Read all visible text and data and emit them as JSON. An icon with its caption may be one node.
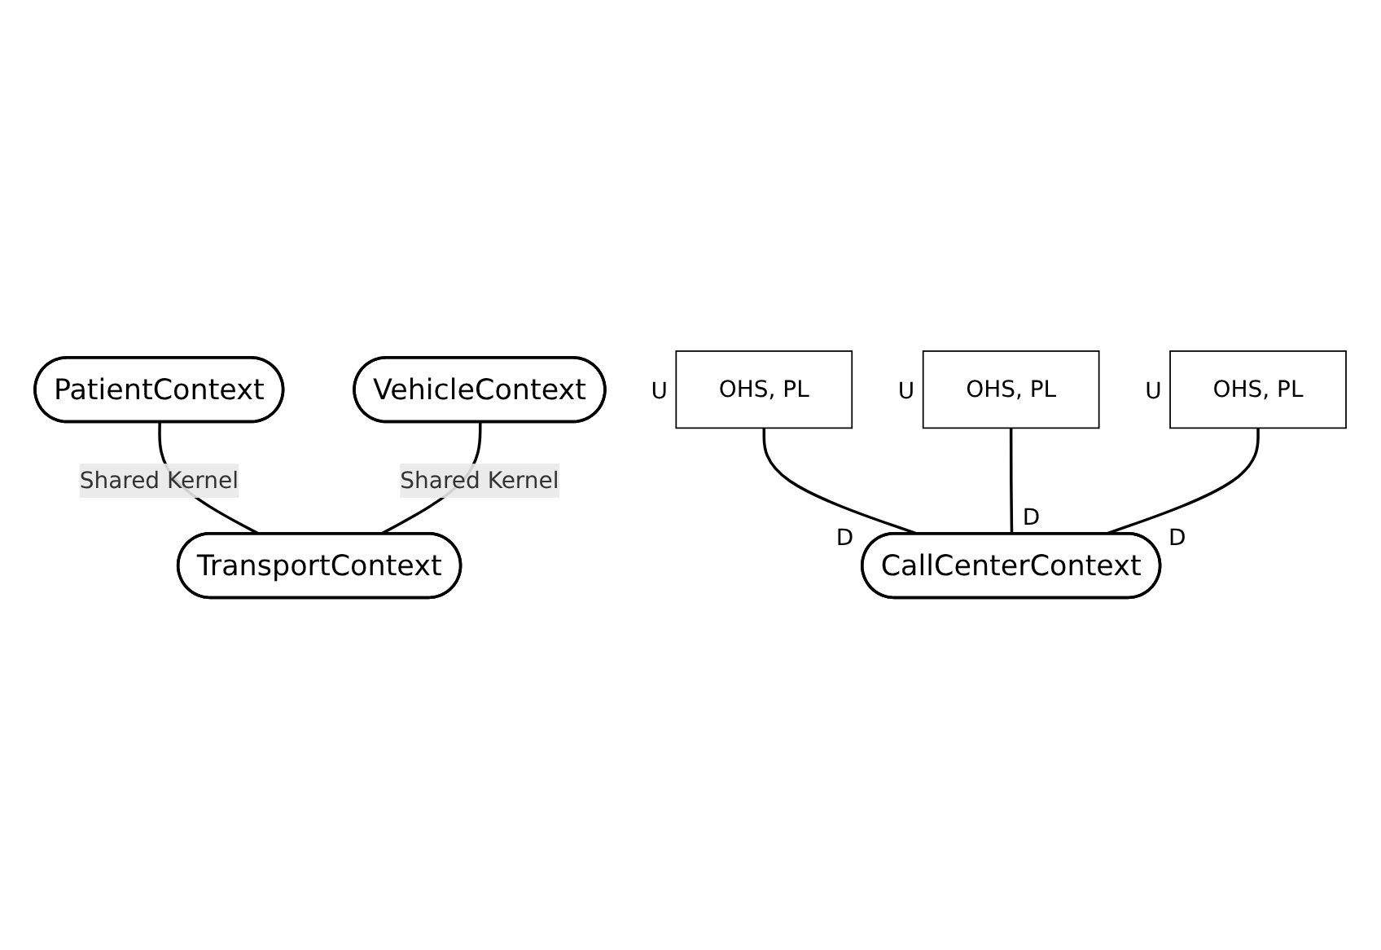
{
  "diagram": {
    "nodes": [
      {
        "text": [
          "PatientContext"
        ]
      },
      {
        "text": [
          "VehicleContext"
        ]
      },
      {
        "text": [
          "OHS, PL"
        ],
        "beside": [
          "U"
        ]
      },
      {
        "text": [
          "OHS, PL"
        ],
        "beside": [
          "U"
        ]
      },
      {
        "text": [
          "TransportContext"
        ]
      },
      {
        "text": [
          "OHS, PL"
        ],
        "beside": [
          "U"
        ]
      },
      {
        "text": [
          "CallCenterContext"
        ],
        "beside": [
          "D",
          "D",
          "D"
        ]
      }
    ],
    "edges": [
      {
        "from": 0,
        "to": 4,
        "arrow": "none",
        "label": "Shared Kernel"
      },
      {
        "from": 1,
        "to": 4,
        "arrow": "none",
        "label": "Shared Kernel"
      },
      {
        "from": 2,
        "to": 6,
        "arrow": "none"
      },
      {
        "from": 5,
        "to": 6,
        "arrow": "none"
      },
      {
        "from": 3,
        "to": 6,
        "arrow": "none"
      }
    ]
  }
}
